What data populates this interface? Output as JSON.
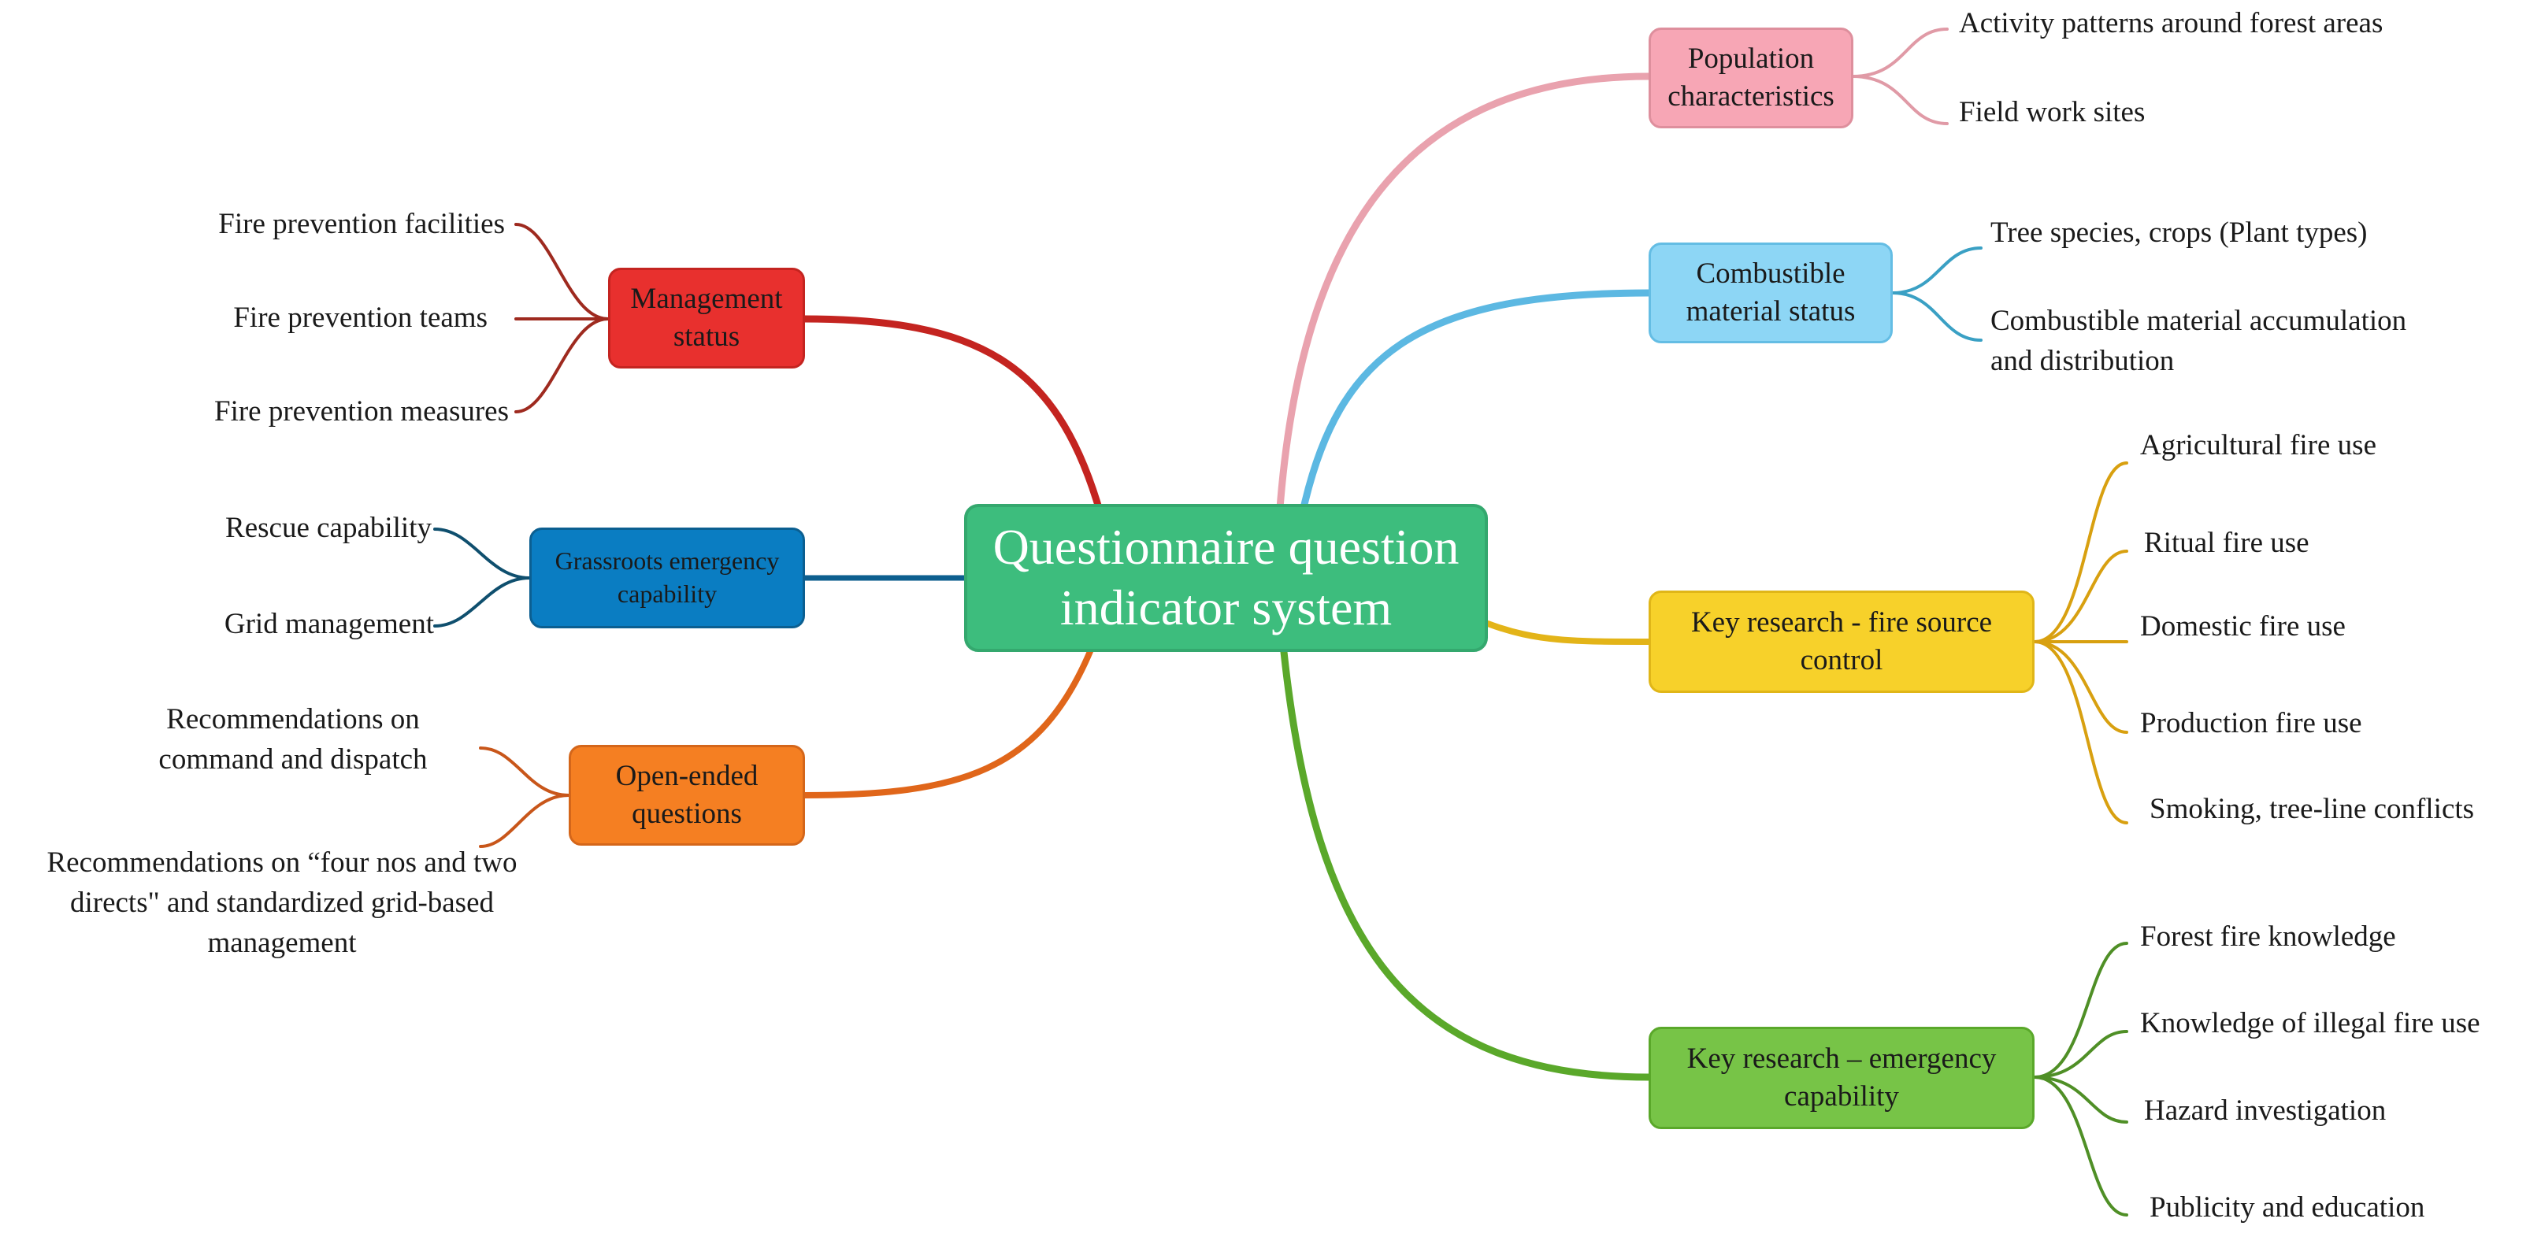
{
  "center": {
    "line1": "Questionnaire question",
    "line2": "indicator system",
    "color": "#3dbd7d"
  },
  "branches": {
    "management": {
      "line1": "Management",
      "line2": "status",
      "color": "#e8302e",
      "leaves": [
        "Fire prevention facilities",
        "Fire prevention teams",
        "Fire prevention measures"
      ]
    },
    "grassroots": {
      "line1": "Grassroots emergency",
      "line2": "capability",
      "color": "#0a7dc2",
      "leaves": [
        "Rescue capability",
        "Grid management"
      ]
    },
    "open_ended": {
      "line1": "Open-ended",
      "line2": "questions",
      "color": "#f57f22",
      "leaves": [
        {
          "line1": "Recommendations on",
          "line2": "command and dispatch"
        },
        {
          "line1": "Recommendations on “four nos and two",
          "line2": "directs\" and standardized grid-based",
          "line3": "management"
        }
      ]
    },
    "population": {
      "line1": "Population",
      "line2": "characteristics",
      "color": "#f7a6b5",
      "leaves": [
        "Activity patterns around forest areas",
        "Field work sites"
      ]
    },
    "combustible": {
      "line1": "Combustible",
      "line2": "material status",
      "color": "#8dd6f5",
      "leaves": [
        "Tree species, crops (Plant types)",
        {
          "line1": "Combustible material accumulation",
          "line2": "and distribution"
        }
      ]
    },
    "fire_source": {
      "line1": "Key research - fire",
      "line2": "source control",
      "color": "#f7d12a",
      "leaves": [
        "Agricultural fire use",
        "Ritual fire use",
        "Domestic fire use",
        "Production fire use",
        "Smoking, tree-line conflicts"
      ]
    },
    "emergency": {
      "line1": "Key research – emergency",
      "line2": "capability",
      "color": "#77c447",
      "leaves": [
        "Forest fire knowledge",
        "Knowledge of illegal fire use",
        "Hazard investigation",
        "Publicity and education"
      ]
    }
  }
}
